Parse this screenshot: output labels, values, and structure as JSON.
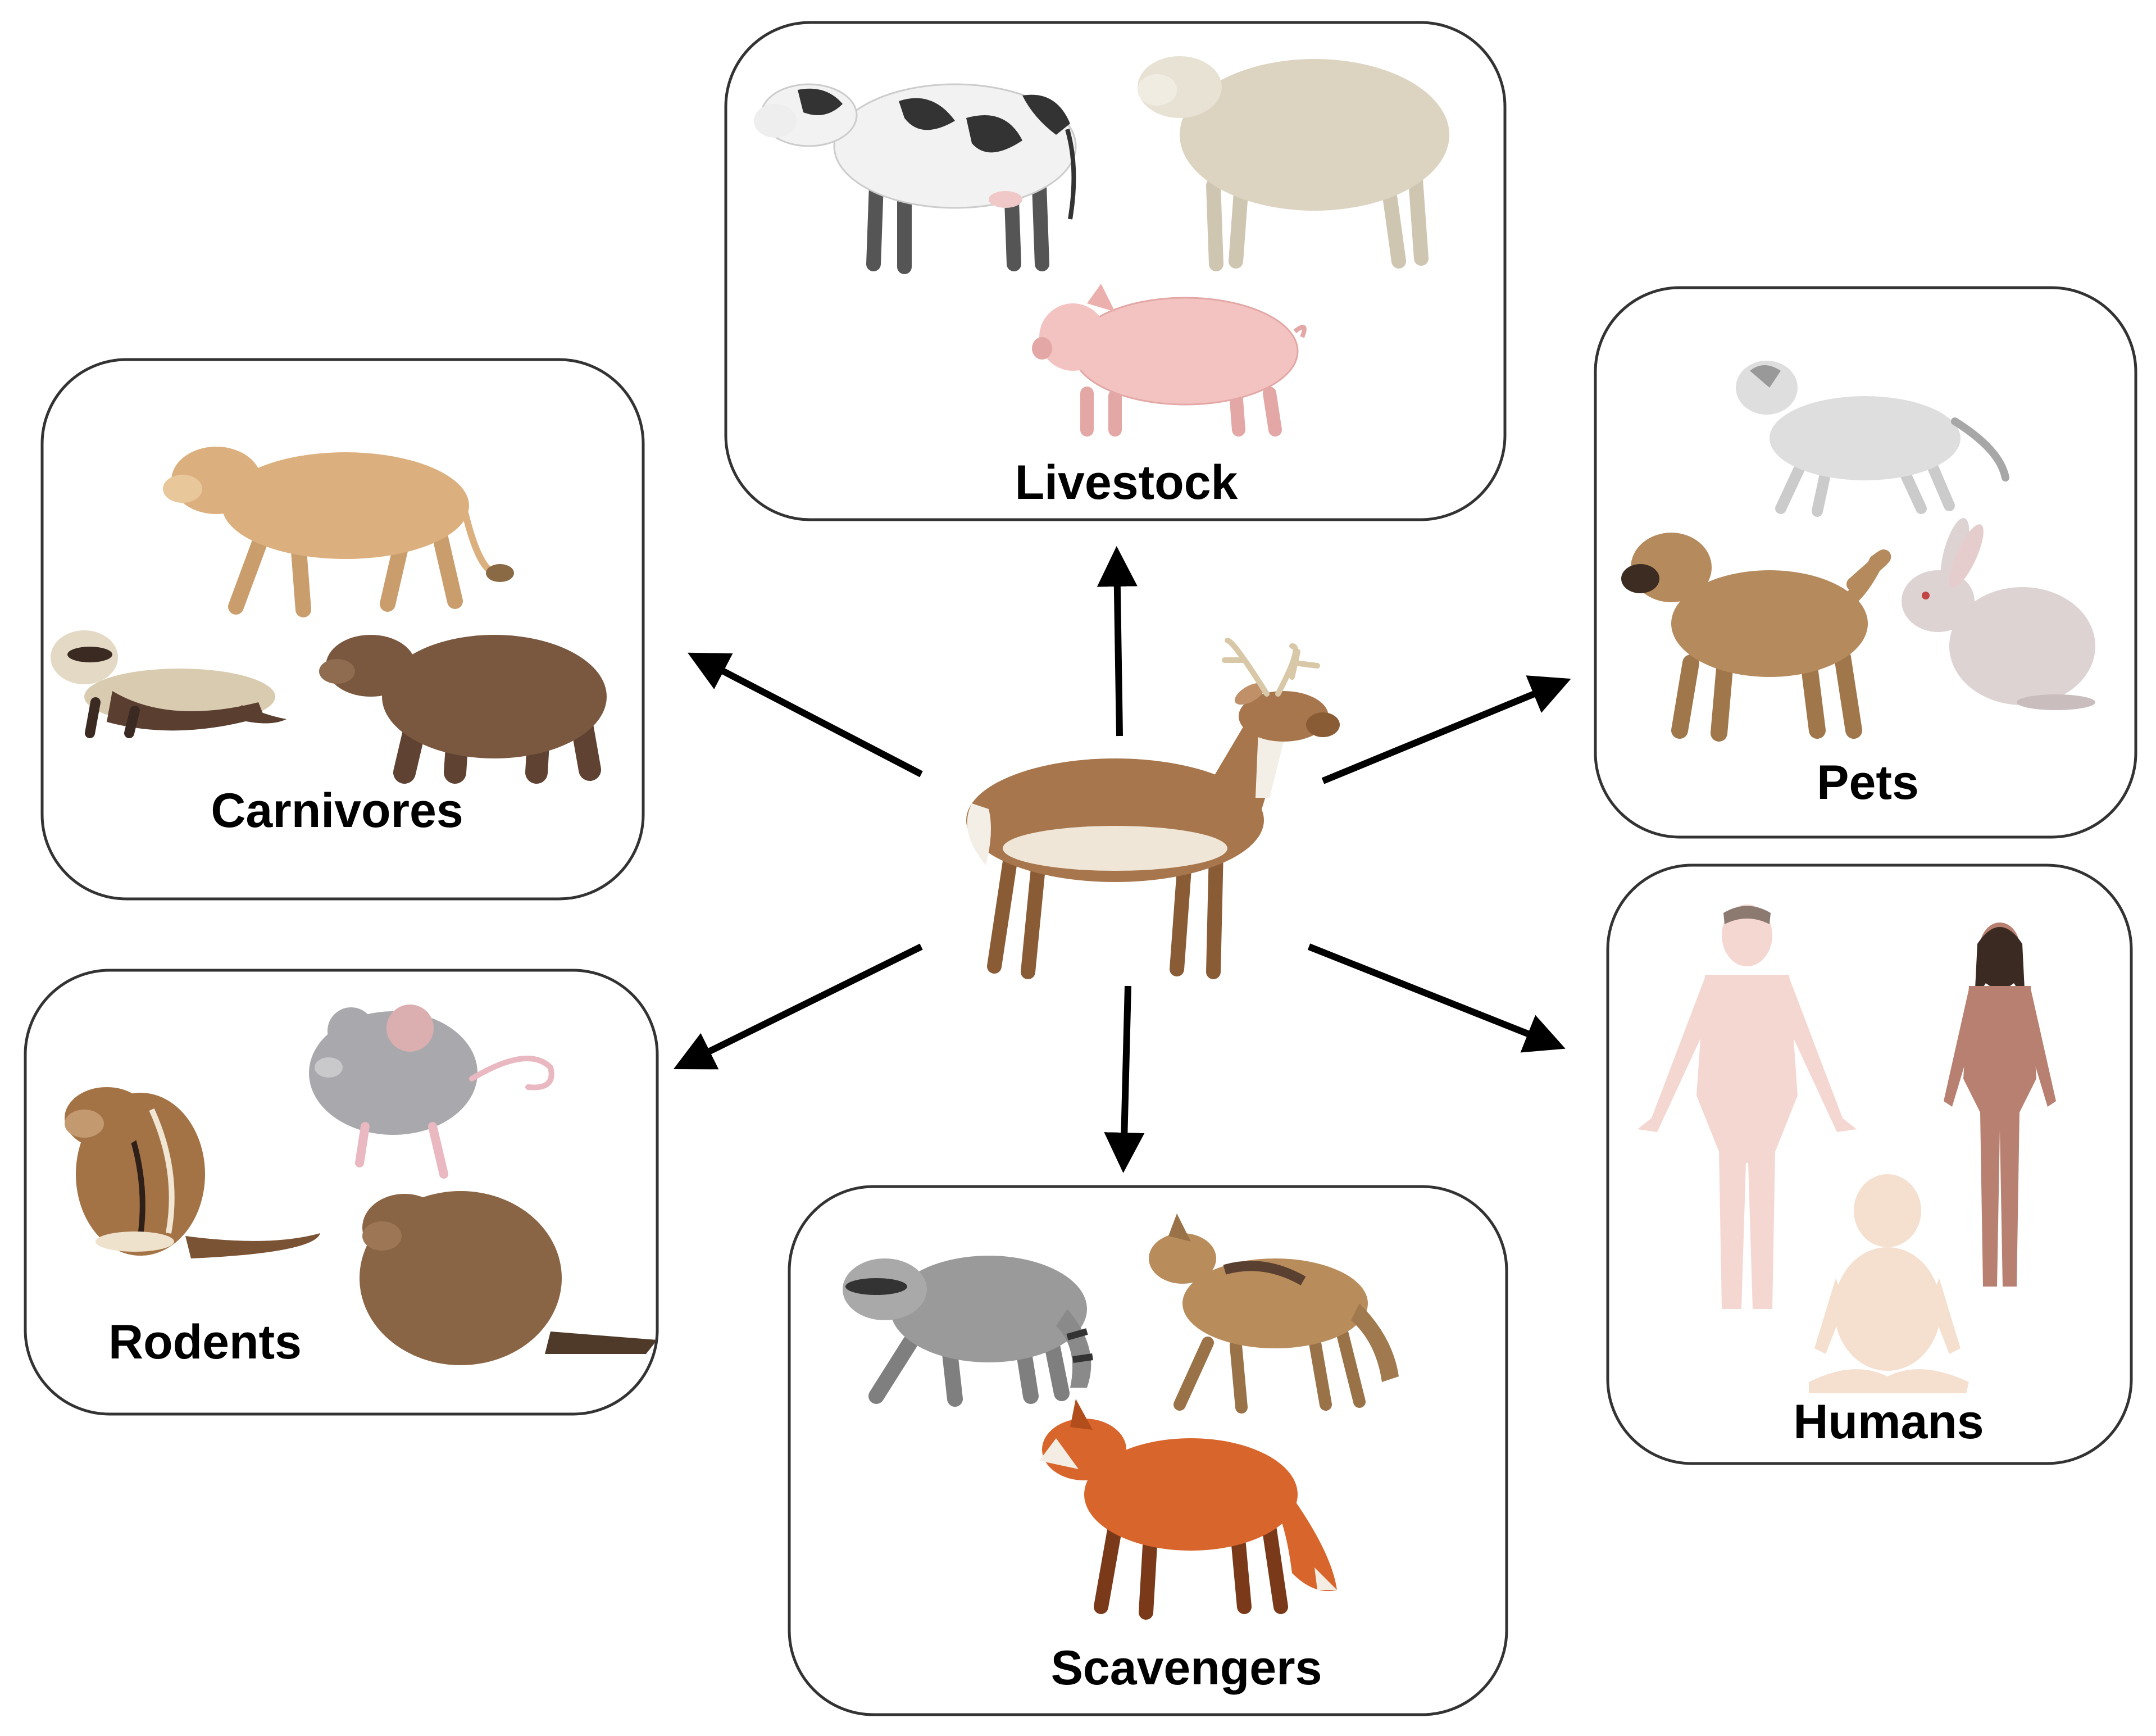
{
  "groups": {
    "livestock": "Livestock",
    "carnivores": "Carnivores",
    "pets": "Pets",
    "rodents": "Rodents",
    "humans": "Humans",
    "scavengers": "Scavengers"
  },
  "colors": {
    "border": "#333333",
    "arrow": "#000000",
    "deer": "#a8764c",
    "lion": "#dcb07e",
    "bear": "#7a5840",
    "ferret": "#5a3e30",
    "cow": "#f2f2f2",
    "sheep": "#dcd3c1",
    "pig": "#f3c3c1",
    "cat": "#dedede",
    "dog": "#b58a5d",
    "rabbit": "#ddd3d3",
    "mouse": "#a9a9ad",
    "chipmunk": "#a37346",
    "beaver": "#8a6545",
    "raccoon": "#9a9a9a",
    "coyote": "#b98c5c",
    "fox": "#d8652b",
    "human_light": "#f5d7d2",
    "human_dark": "#b88070",
    "baby": "#f5dfcf"
  },
  "icons": [
    "deer-icon",
    "cow-icon",
    "sheep-icon",
    "pig-icon",
    "lion-icon",
    "ferret-icon",
    "bear-icon",
    "cat-icon",
    "dog-icon",
    "rabbit-icon",
    "chipmunk-icon",
    "mouse-icon",
    "beaver-icon",
    "raccoon-icon",
    "coyote-icon",
    "fox-icon",
    "man-icon",
    "woman-icon",
    "baby-icon"
  ]
}
